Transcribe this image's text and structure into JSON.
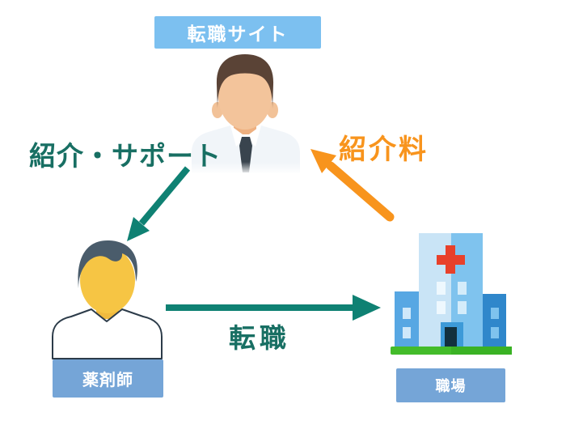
{
  "diagram": {
    "background": "#ffffff",
    "nodes": [
      {
        "id": "site",
        "label": "転職サイト",
        "bg": "#7cc0f0",
        "text_color": "#ffffff",
        "icon": "business-person"
      },
      {
        "id": "pharmacist",
        "label": "薬剤師",
        "bg": "#75a5d7",
        "text_color": "#ffffff",
        "icon": "pharmacist-person"
      },
      {
        "id": "workplace",
        "label": "職場",
        "bg": "#75a5d7",
        "text_color": "#ffffff",
        "icon": "hospital-building"
      }
    ],
    "edges": [
      {
        "id": "intro-support",
        "label": "紹介・サポート",
        "from": "site",
        "to": "pharmacist",
        "direction": "down-left",
        "text_color": "#186f63",
        "arrow_color": "#0f8173"
      },
      {
        "id": "job-change",
        "label": "転職",
        "from": "pharmacist",
        "to": "workplace",
        "direction": "right",
        "text_color": "#186f63",
        "arrow_color": "#0f8173"
      },
      {
        "id": "referral-fee",
        "label": "紹介料",
        "from": "workplace",
        "to": "site",
        "direction": "up-left",
        "text_color": "#f8941d",
        "arrow_color": "#f8941d"
      }
    ],
    "colors": {
      "teal_arrow": "#0f8173",
      "teal_text": "#186f63",
      "orange": "#f8941d",
      "site_label_bg": "#7cc0f0",
      "bottom_label_bg": "#75a5d7",
      "hospital_cross_red": "#e8402a",
      "grass_green": "#43bc2a"
    }
  }
}
